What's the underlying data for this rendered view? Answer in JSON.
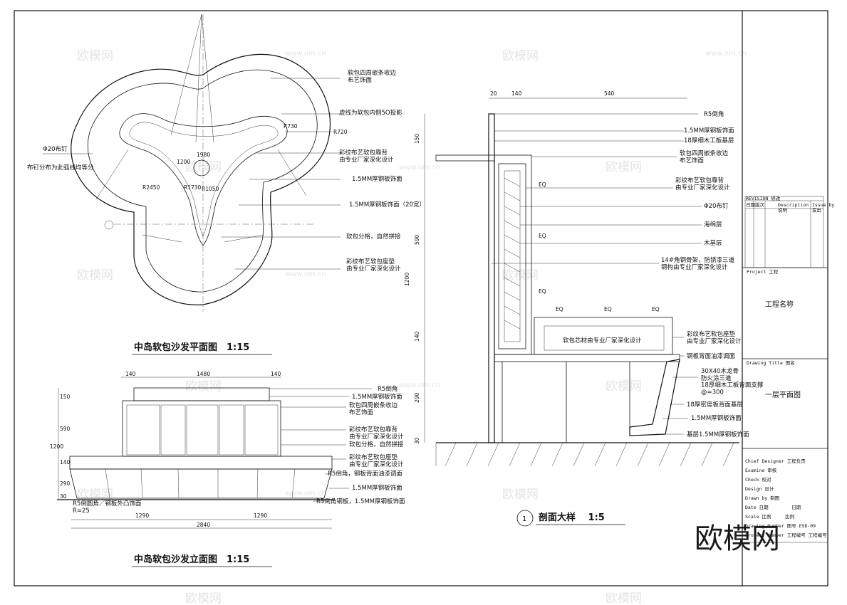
{
  "plan": {
    "title": "中岛软包沙发平面图　1:15",
    "callouts": [
      "软包四周嵌条收边\n布艺饰面",
      "虚线为软包内侧5O投影",
      "R720",
      "彩纹布艺软包靠背\n由专业厂家深化设计",
      "1.5MM厚钢板饰面",
      "1.5MM厚钢板饰面（20宽）",
      "软包分格，自然拼接",
      "彩纹布艺软包座垫\n由专业厂家深化设计"
    ],
    "left_notes": [
      "Φ20布钉",
      "布钉分布为此弧线均等分"
    ],
    "dims": [
      "1200",
      "1980",
      "R1050",
      "R1730",
      "R2450",
      "R730"
    ]
  },
  "elevation": {
    "title": "中岛软包沙发立面图　1:15",
    "top_dims": [
      "140",
      "1480",
      "140"
    ],
    "bottom_dims": [
      "1290",
      "1290",
      "2840"
    ],
    "left_dims": [
      "150",
      "590",
      "1200",
      "140",
      "290",
      "30"
    ],
    "left_note": "R5倒圆角／钢板外凸饰面\nR=25",
    "callouts": [
      "R5倒角",
      "1.5MM厚钢板饰面",
      "软包四周嵌条收边\n布艺饰面",
      "彩纹布艺软包靠背\n由专业厂家深化设计",
      "软包分格，自然拼接",
      "彩纹布艺软包座垫\n由专业厂家深化设计",
      "R5倒角，钢板背面油漆调面",
      "1.5MM厚钢板饰面",
      "R5倒角钢板，1.5MM厚钢板饰面"
    ]
  },
  "section": {
    "title": "剖面大样　 1:5",
    "number": "1",
    "top_dims": [
      "20",
      "140",
      "540"
    ],
    "left_dims": [
      "150",
      "590",
      "1200",
      "140",
      "290",
      "30"
    ],
    "inner_dims": [
      "EQ",
      "EQ",
      "EQ",
      "EQ",
      "EQ",
      "EQ"
    ],
    "seat_note": "软包芯材由专业厂家深化设计",
    "callouts": [
      "R5倒角",
      "1.5MM厚钢板饰面",
      "18厚细木工板基层",
      "软包四周嵌条收边\n布艺饰面",
      "彩纹布艺软包靠背\n由专业厂家深化设计",
      "Φ20布钉",
      "海绵层",
      "木基层",
      "14#角钢骨架，防锈漆三道\n钢构由专业厂家深化设计",
      "彩纹布艺软包座垫\n由专业厂家深化设计",
      "钢板背面油漆调面",
      "30X40木龙骨\n防火涂三道\n18厚细木工板背面支撑\n@=300",
      "18厚密度板背面基层",
      "1.5MM厚钢板饰面",
      "基层1.5MM厚钢板饰面"
    ]
  },
  "title_block": {
    "revision_header": "REVISION 修改",
    "revision_cols": [
      "日期",
      "版次",
      "Description\n说明",
      "Issue by\n发出"
    ],
    "project_label": "Project 工程",
    "project_name": "工程名称",
    "drawing_title_label": "Drawing Title 图名",
    "drawing_title": "一层平面图",
    "rows": [
      "Chief Designer 工程负责",
      "Examine 审核",
      "Check 校对",
      "Design 设计",
      "Drawn by 制图",
      "Date 日期　　　　　日期",
      "Scale 比例　　　比例",
      "Drawing Number 图号 ESD-09",
      "Project Number 工程编号 工程编号"
    ]
  },
  "watermarks": {
    "brand": "欧模网",
    "url": "www.om.cn",
    "corner": "欧模网"
  }
}
